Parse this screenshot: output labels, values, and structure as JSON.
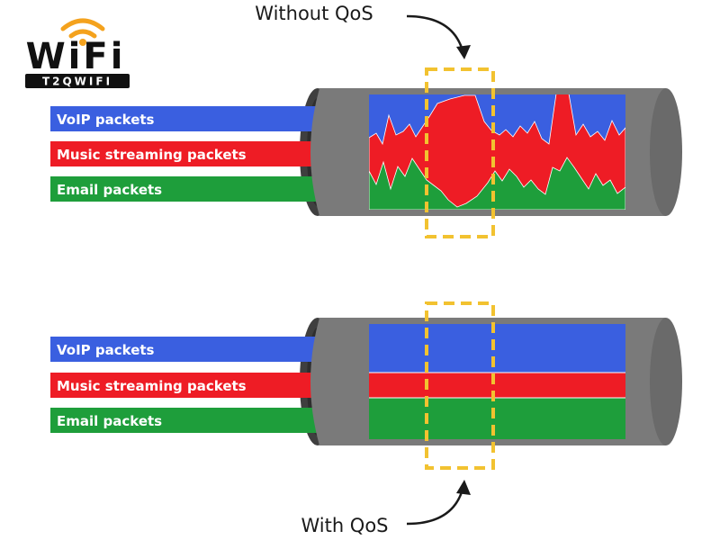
{
  "logo": {
    "wordmark": "WiFi",
    "tagline": "T2QWIFI"
  },
  "colors": {
    "voip": "#3a5fe0",
    "music": "#ee1c25",
    "email": "#1e9e3b",
    "pipe": "#7a7a7a",
    "pipe_dark": "#3f3f3f",
    "highlight": "#f2c230",
    "logo_orange": "#f4a21d"
  },
  "panels": {
    "without": {
      "label": "Without QoS",
      "bands": [
        {
          "label": "VoIP packets"
        },
        {
          "label": "Music streaming packets"
        },
        {
          "label": "Email packets"
        }
      ]
    },
    "with": {
      "label": "With QoS",
      "bands": [
        {
          "label": "VoIP packets"
        },
        {
          "label": "Music streaming packets"
        },
        {
          "label": "Email packets"
        }
      ]
    }
  }
}
